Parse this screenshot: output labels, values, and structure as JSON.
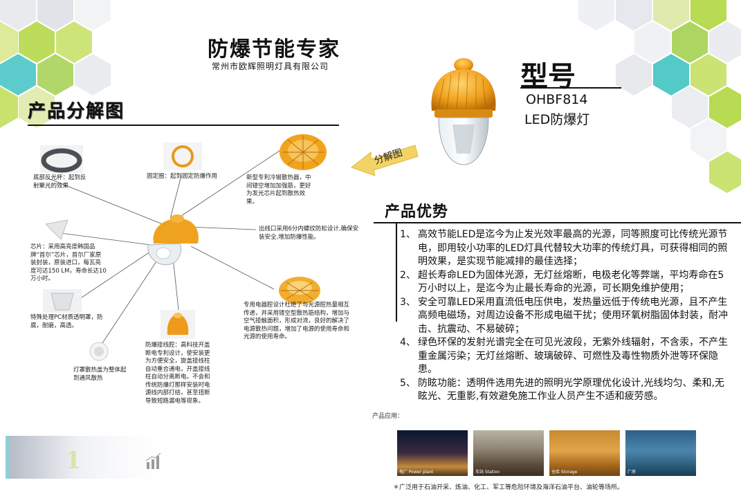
{
  "header": {
    "title": "防爆节能专家",
    "company": "常州市欧辉照明灯具有限公司"
  },
  "decomposition": {
    "heading": "产品分解图",
    "arrow_label": "分解图",
    "parts": [
      {
        "id": "reflector",
        "text": "底部反光杯：起到反射聚光的效果"
      },
      {
        "id": "fixing-ring",
        "text": "固定圈：起到固定防爆作用"
      },
      {
        "id": "heatsink",
        "text": "新型专利冷锻散热器，中间镂空增加加强筋，更好为发光芯片起到散热效果。"
      },
      {
        "id": "outlet",
        "text": "出线口采用6分内螺纹防松设计,确保安装安全,增加防爆性能。"
      },
      {
        "id": "chip",
        "text": "芯片：采用高亮度韩国品牌“首尔”芯片，首尔厂家原装封装，原装进口，每瓦亮度可达150 LM，寿命长达10万小时。"
      },
      {
        "id": "cover",
        "text": "特殊处理PC材质透明罩，防腐，耐磨，高透。"
      },
      {
        "id": "driver-chamber",
        "text": "专用电器腔设计杜绝了与光源腔热量相互传递，并采用镂空型散热筋结构，增加与空气接触面积，形成对流，良好的解决了电源散热问题，增加了电源的使用寿命和光源的使用寿命。"
      },
      {
        "id": "junction",
        "text": "防爆接线腔：高科技开盖断电专利设计，使安装更为方便安全，旋盖接线柱自动重合通电，开盖接线柱自动分离断电。不会和传统防爆灯那样安装时电源线内部打结，甚至扭断导致短路漏电等现象。"
      },
      {
        "id": "shade",
        "text": "灯罩散热盖为整体起到通风散热"
      }
    ]
  },
  "model": {
    "heading": "型号",
    "code": "OHBF814",
    "name": "LED防爆灯"
  },
  "advantages": {
    "heading": "产品优势",
    "items": [
      {
        "num": "1、",
        "text": "高效节能LED是迄今为止发光效率最高的光源，同等照度可比传统光源节电，即用较小功率的LED灯具代替较大功率的传统灯具，可获得相同的照明效果，是实现节能减排的最佳选择；"
      },
      {
        "num": "2、",
        "text": "超长寿命LED为固体光源，无灯丝熔断，电极老化等弊端，平均寿命在5万小时以上，是迄今为止最长寿命的光源，可长期免维护使用；"
      },
      {
        "num": "3、",
        "text": "安全可靠LED采用直流低电压供电，发热量远低于传统电光源，且不产生高频电磁场，对周边设备不形成电磁干扰；使用环氧树脂固体封装，耐冲击、抗震动、不易破碎；"
      },
      {
        "num": "4、",
        "text": "绿色环保的发射光谱完全在可见光波段，无紫外线辐射，不含汞，不产生重金属污染；无灯丝熔断、玻璃破碎、可燃性及毒性物质外泄等环保隐患。"
      },
      {
        "num": "5、",
        "text": "防眩功能：透明件选用先进的照明光学原理优化设计,光线均匀、柔和,无眩光、无重影,有效避免施工作业人员产生不适和疲劳感。"
      }
    ]
  },
  "applications": {
    "label": "产品应用：",
    "photos": [
      {
        "caption": "电厂 Power plant"
      },
      {
        "caption": "车站 Station"
      },
      {
        "caption": "仓库 Storage"
      },
      {
        "caption": "厂房"
      }
    ],
    "note": "＊广泛用于石油开采、炼油、化工、军工等危险环境及海洋石油平台、油轮等场所。"
  },
  "footer": {
    "page": "1"
  }
}
